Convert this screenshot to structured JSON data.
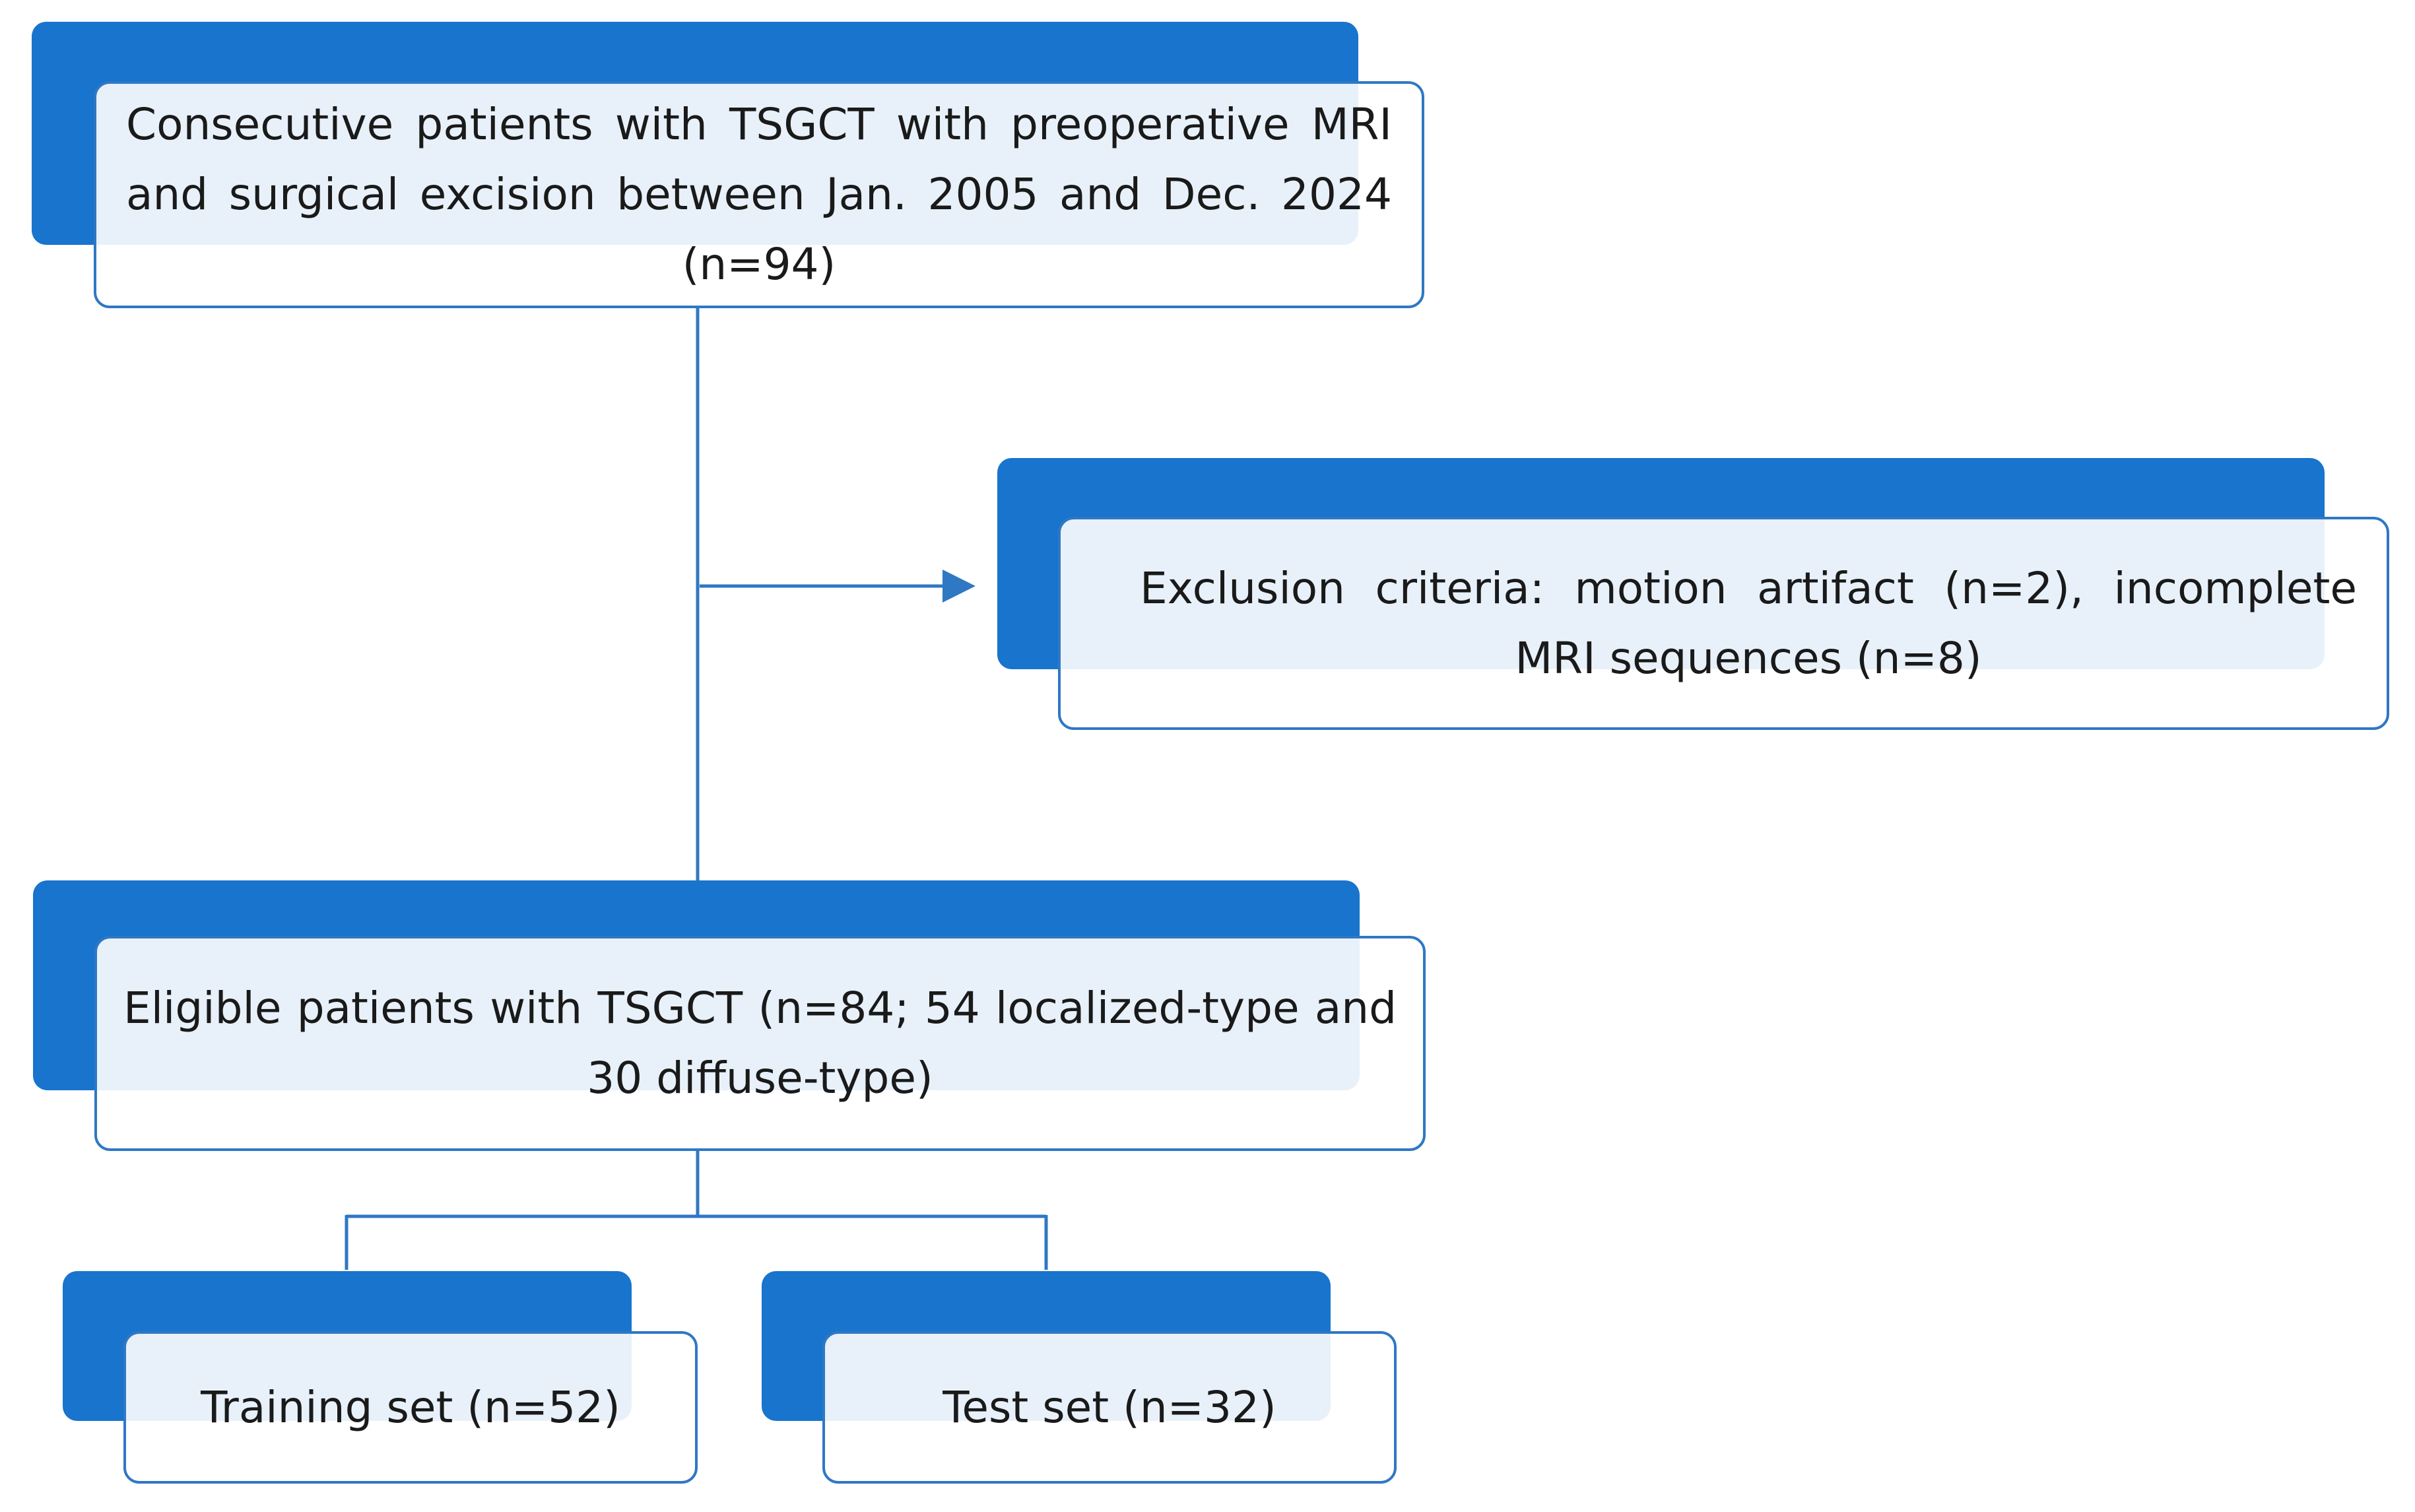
{
  "diagram": {
    "nodes": {
      "consecutive": {
        "text": "Consecutive patients with TSGCT with preoperative MRI and surgical excision between Jan. 2005 and Dec. 2024 (n=94)"
      },
      "exclusion": {
        "text": "Exclusion criteria: motion artifact (n=2), incomplete MRI sequences (n=8)"
      },
      "eligible": {
        "text": "Eligible patients with TSGCT (n=84; 54 localized-type and 30 diffuse-type)"
      },
      "training": {
        "text": "Training set (n=52)"
      },
      "test": {
        "text": "Test set (n=32)"
      }
    },
    "edges": [
      {
        "from": "consecutive",
        "to": "exclusion",
        "arrow": true
      },
      {
        "from": "consecutive",
        "to": "eligible",
        "arrow": false
      },
      {
        "from": "eligible",
        "to": "training",
        "arrow": false
      },
      {
        "from": "eligible",
        "to": "test",
        "arrow": false
      }
    ],
    "colors": {
      "box_fill": "#1874cd",
      "box_border": "#2f78c4",
      "connector": "#2f78c4",
      "text": "#1a1a1a"
    }
  }
}
